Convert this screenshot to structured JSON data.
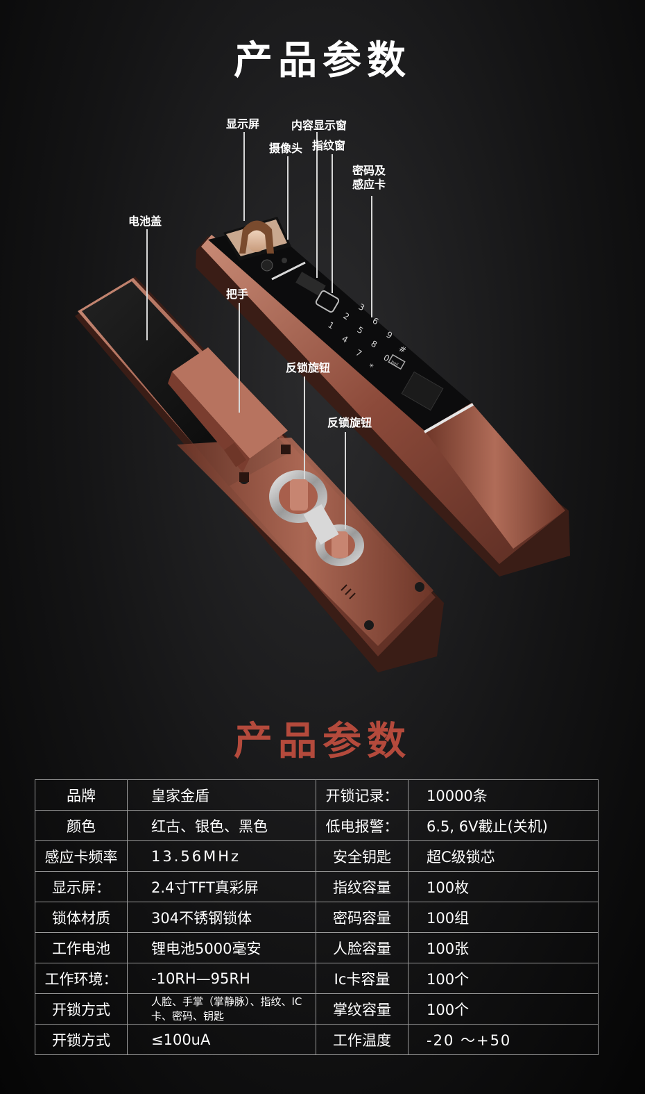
{
  "top_title": "产品参数",
  "callouts": {
    "display_screen": "显示屏",
    "content_window": "内容显示窗",
    "camera": "摄像头",
    "fingerprint_window": "指纹窗",
    "password_card": "密码及感应卡",
    "battery_cover": "电池盖",
    "handle": "把手",
    "knob_1": "反锁旋钮",
    "knob_2": "反锁旋钮"
  },
  "keypad": [
    "1",
    "2",
    "3",
    "4",
    "5",
    "6",
    "7",
    "8",
    "9",
    "*",
    "0",
    "#"
  ],
  "keypad_button": "bell",
  "section_title": "产品参数",
  "specs": [
    {
      "k1": "品牌",
      "v1": "皇家金盾",
      "k2": "开锁记录：",
      "v2": "10000条"
    },
    {
      "k1": "颜色",
      "v1": "红古、银色、黑色",
      "k2": "低电报警：",
      "v2": "6.5, 6V截止(关机)"
    },
    {
      "k1": "感应卡频率",
      "v1": "13.56MHz",
      "k2": "安全钥匙",
      "v2": "超C级锁芯"
    },
    {
      "k1": "显示屏：",
      "v1": "2.4寸TFT真彩屏",
      "k2": "指纹容量",
      "v2": "100枚"
    },
    {
      "k1": "锁体材质",
      "v1": "304不锈钢锁体",
      "k2": "密码容量",
      "v2": "100组"
    },
    {
      "k1": "工作电池",
      "v1": "锂电池5000毫安",
      "k2": "人脸容量",
      "v2": "100张"
    },
    {
      "k1": "工作环境：",
      "v1": "-10RH—95RH",
      "k2": "Ic卡容量",
      "v2": "100个"
    },
    {
      "k1": "开锁方式",
      "v1": "人脸、手掌（掌静脉）、指纹、IC卡、密码、钥匙",
      "k2": "掌纹容量",
      "v2": "100个"
    },
    {
      "k1": "开锁方式",
      "v1": "≤100uA",
      "k2": "工作温度",
      "v2": "-20 ～+50"
    }
  ],
  "colors": {
    "copper": "#8a4a3a",
    "copper_light": "#c07a66",
    "accent_red": "#b44a3c",
    "panel_black": "#0b0b0c"
  }
}
